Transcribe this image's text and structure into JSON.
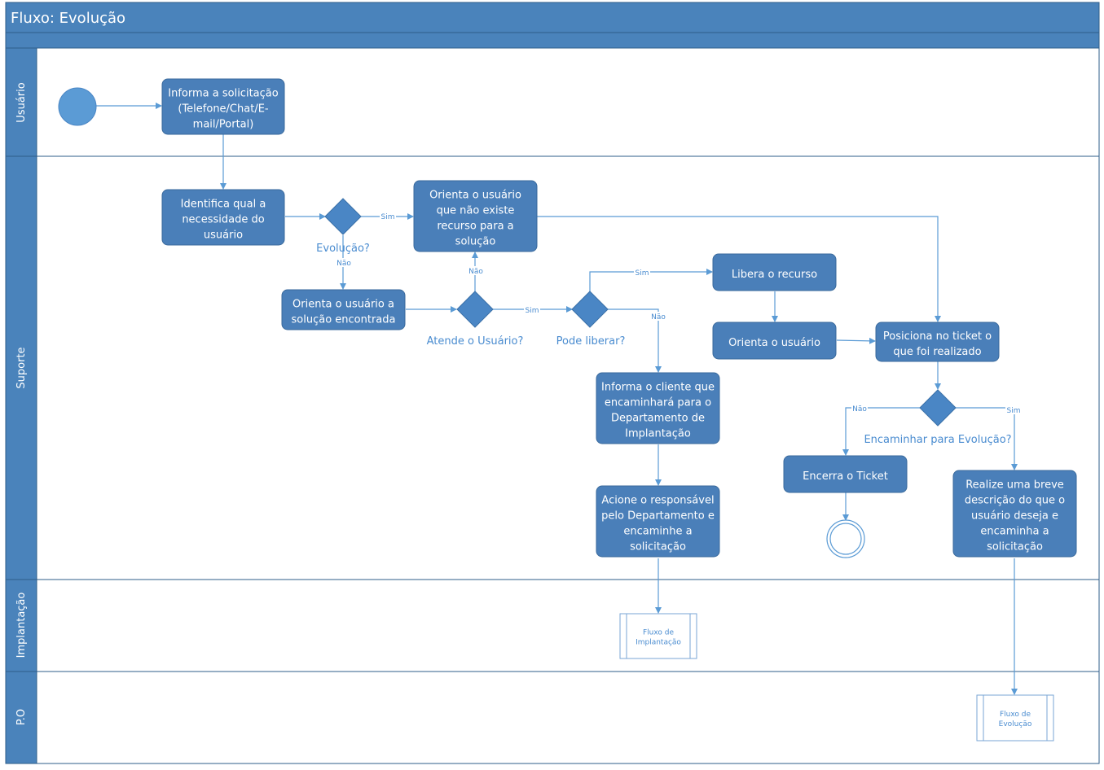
{
  "title": "Fluxo: Evolução",
  "colors": {
    "header": "#4a83bb",
    "lane_band": "#4a83bb",
    "task": "#4a7fb9",
    "task_border": "#3a6a9c",
    "line": "#5b9bd5",
    "label": "#4a8cd0"
  },
  "lanes": [
    "Usuário",
    "Suporte",
    "Implantação",
    "P.O"
  ],
  "tasks": {
    "informa": [
      "Informa a solicitação",
      "(Telefone/Chat/E-",
      "mail/Portal)"
    ],
    "identifica": [
      "Identifica qual a",
      "necessidade do",
      "usuário"
    ],
    "orienta_nao_existe": [
      "Orienta o usuário",
      "que não existe",
      "recurso para a",
      "solução"
    ],
    "orienta_solucao": [
      "Orienta o usuário a",
      "solução encontrada"
    ],
    "libera": [
      "Libera o recurso"
    ],
    "orienta_usuario": [
      "Orienta o usuário"
    ],
    "posiciona": [
      "Posiciona no ticket o",
      "que foi realizado"
    ],
    "informa_cliente": [
      "Informa o cliente que",
      "encaminhará para o",
      "Departamento de",
      "Implantação"
    ],
    "encerra": [
      "Encerra o Ticket"
    ],
    "acione": [
      "Acione o responsável",
      "pelo Departamento e",
      "encaminhe a",
      "solicitação"
    ],
    "realize": [
      "Realize uma breve",
      "descrição do que o",
      "usuário deseja e",
      "encaminha a",
      "solicitação"
    ]
  },
  "gateways": {
    "evolucao": "Evolução?",
    "atende": "Atende o Usuário?",
    "pode_liberar": "Pode liberar?",
    "encaminhar": "Encaminhar para Evolução?"
  },
  "edge_labels": {
    "sim": "Sim",
    "nao": "Não"
  },
  "subprocesses": {
    "implantacao": [
      "Fluxo de",
      "Implantação"
    ],
    "evolucao": [
      "Fluxo de",
      "Evolução"
    ]
  }
}
